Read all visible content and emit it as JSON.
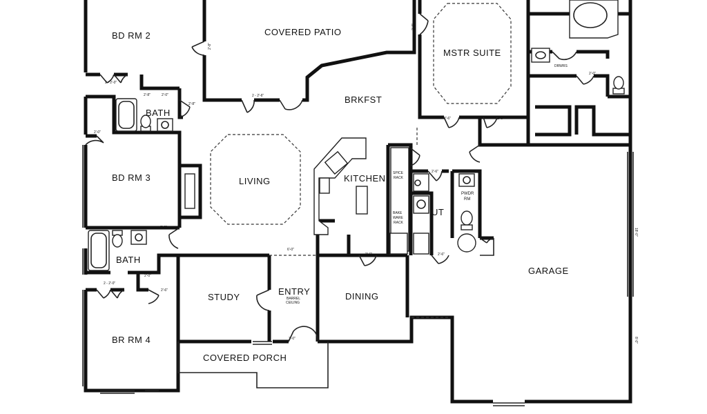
{
  "rooms": {
    "bd_rm_2": "BD RM 2",
    "covered_patio": "COVERED PATIO",
    "mstr_suite": "MSTR SUITE",
    "brkfst": "BRKFST",
    "bath_upper": "BATH",
    "bd_rm_3": "BD RM 3",
    "living": "LIVING",
    "kitchen": "KITCHEN",
    "pwdr_rm_a": "PWDR",
    "pwdr_rm_b": "RM",
    "ut": "UT",
    "bath_lower": "BATH",
    "study": "STUDY",
    "entry": "ENTRY",
    "entry_note_a": "BARREL",
    "entry_note_b": "CEILING",
    "dining": "DINING",
    "garage": "GARAGE",
    "br_rm_4": "BR RM 4",
    "covered_porch": "COVERED PORCH",
    "drwrs": "DRWRS",
    "spice_a": "SPICE",
    "spice_b": "RACK",
    "bake_a": "BAKE",
    "bake_b": "WARE",
    "bake_c": "RACK"
  },
  "dimensions": {
    "d1": "2 - 2'-0\"",
    "d2": "2 - 2'-6\"",
    "d3": "2'-8\"",
    "d4": "2'-8\"",
    "d5": "2'-0\"",
    "d6": "2'-0\"",
    "d7": "2'-6\"",
    "d8": "2'-6\"",
    "d9": "2'-0\"",
    "d10": "2'-6\"",
    "d11": "2 - 2'-0\"",
    "d12": "2'-6\"",
    "d13": "6'-0\"",
    "d14": "2'-6\"",
    "d15": "2'-6\"",
    "d16": "3'-0\"",
    "d17": "18'-0\"",
    "d18": "8'-0\"",
    "d19": "2'-8\"",
    "d20": "2'-0\"",
    "d21": "2'-8\"",
    "d22": "2'-0\""
  }
}
